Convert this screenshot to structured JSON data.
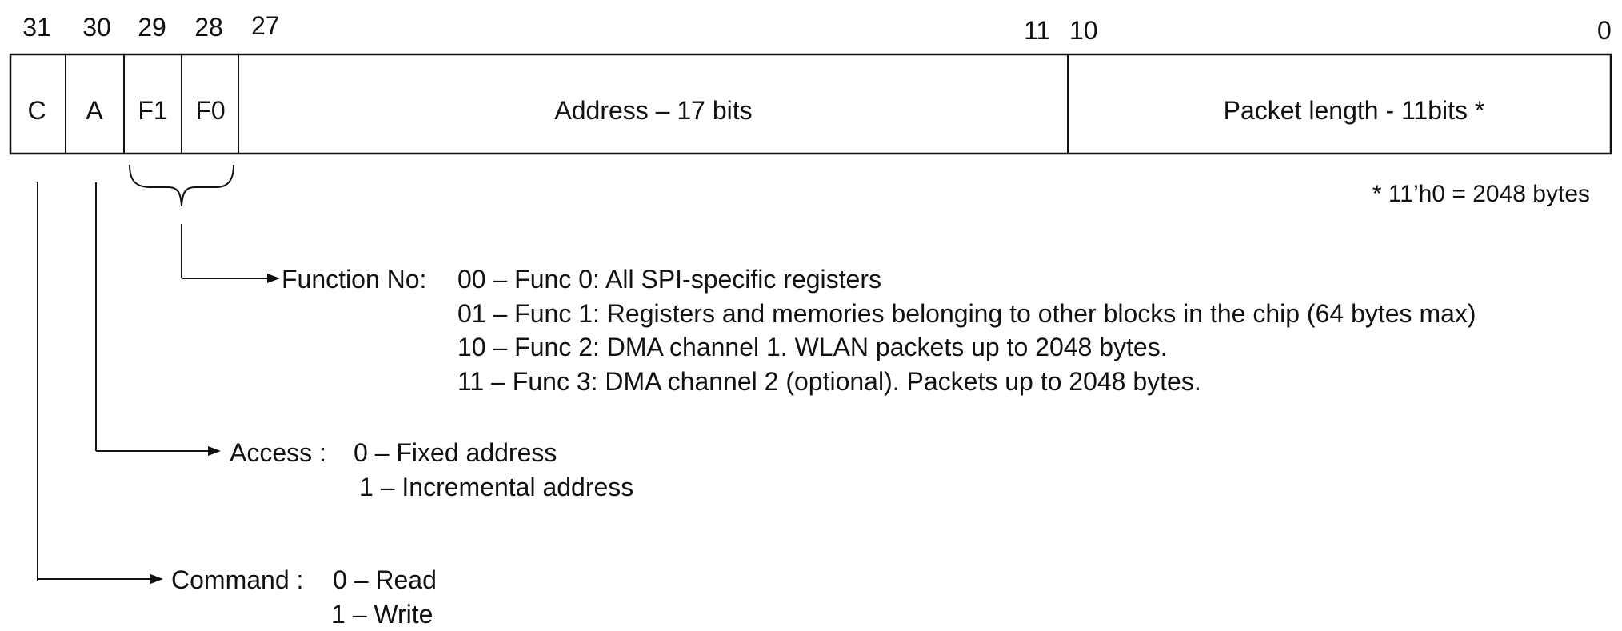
{
  "bit_numbers": {
    "b31": "31",
    "b30": "30",
    "b29": "29",
    "b28": "28",
    "b27": "27",
    "b11": "11",
    "b10": "10",
    "b0": "0"
  },
  "fields": {
    "c": "C",
    "a": "A",
    "f1": "F1",
    "f0": "F0",
    "address": "Address – 17 bits",
    "packet_length": "Packet length - 11bits *"
  },
  "footnote": "* 11’h0 = 2048 bytes",
  "function": {
    "label": "Function No:",
    "options": [
      "00 – Func 0: All SPI-specific registers",
      "01 – Func 1: Registers and memories belonging to other blocks in the  chip (64 bytes max)",
      "10 – Func 2: DMA channel 1. WLAN packets up to 2048 bytes.",
      "11 – Func 3: DMA channel 2 (optional). Packets up to 2048 bytes."
    ]
  },
  "access": {
    "label": "Access :",
    "options": [
      "0 – Fixed address",
      "1 – Incremental address"
    ]
  },
  "command": {
    "label": "Command :",
    "options": [
      "0 – Read",
      "1 – Write"
    ]
  },
  "colors": {
    "line": "#111111",
    "background": "#ffffff"
  }
}
